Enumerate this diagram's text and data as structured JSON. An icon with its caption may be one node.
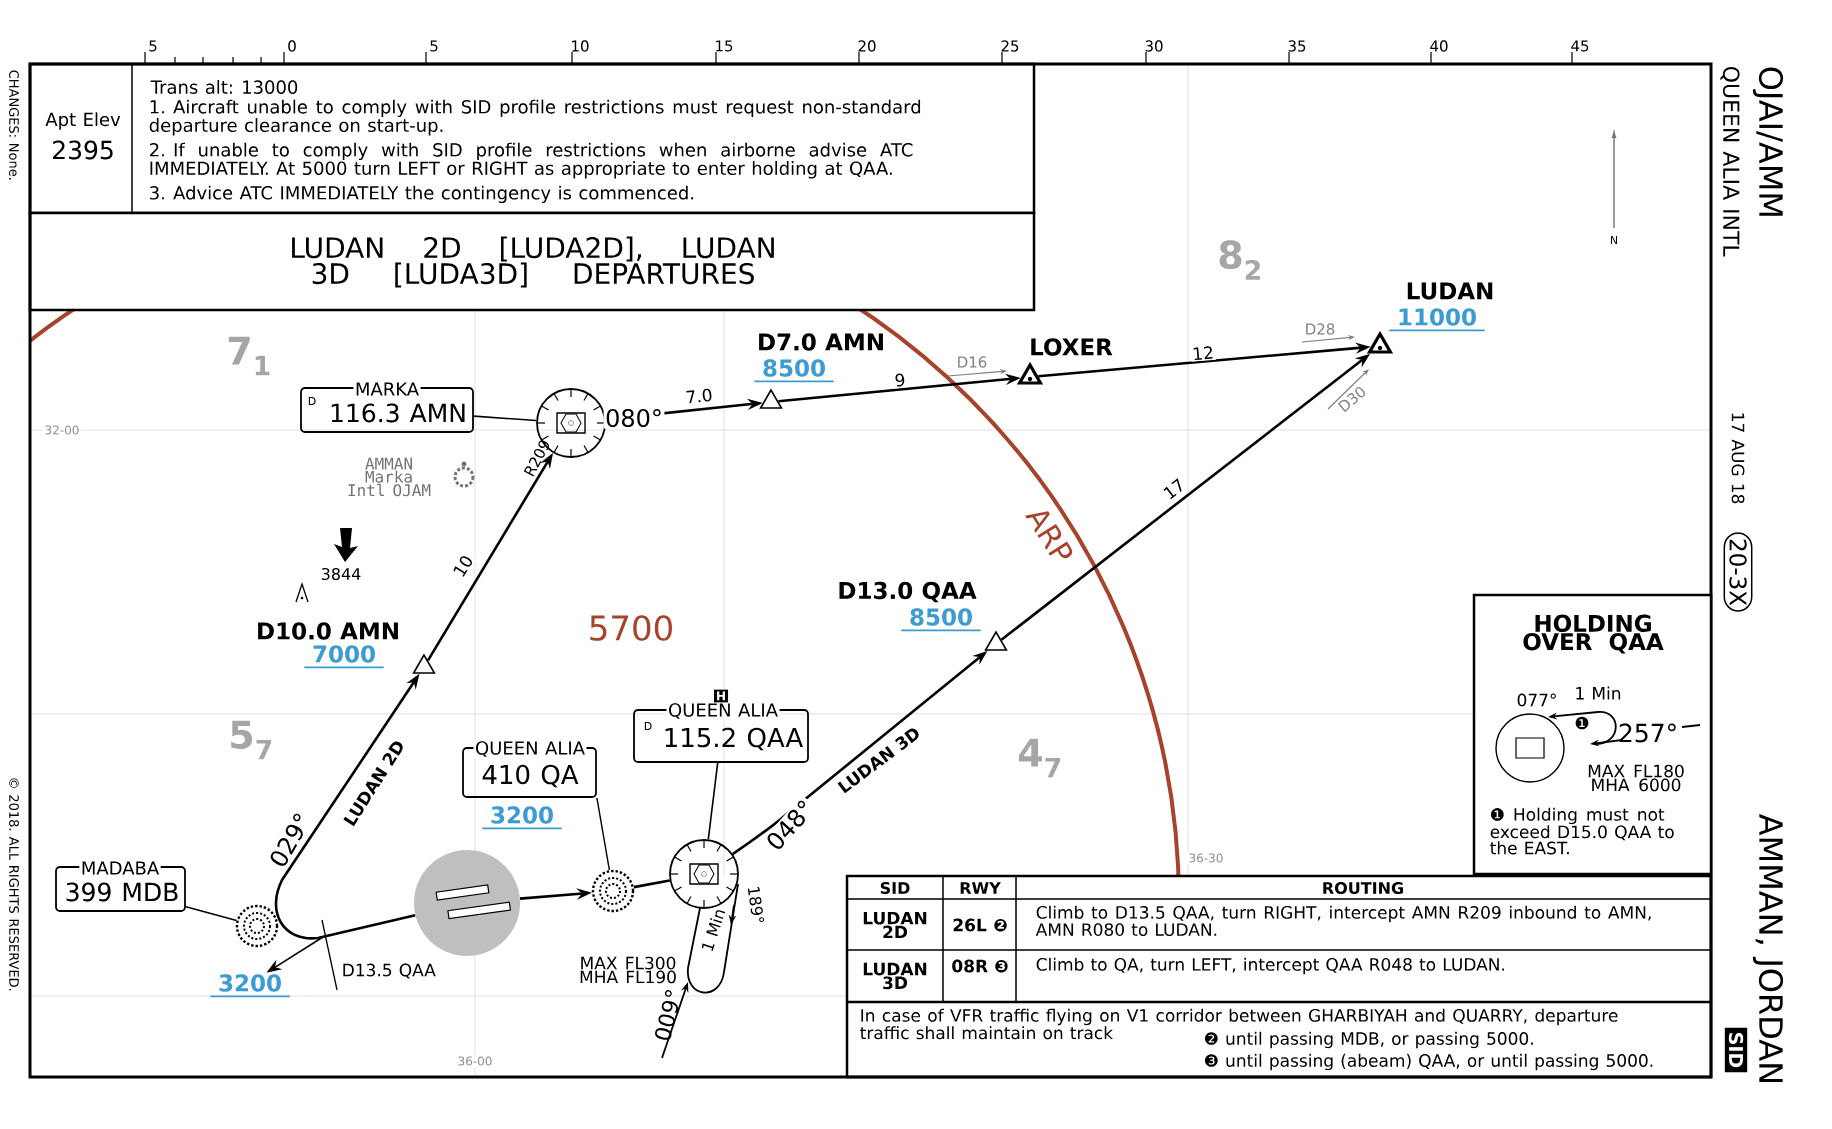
{
  "diagram": {
    "title": "LUDAN 2D [LUDA2D], LUDAN 3D [LUDA3D] DEPARTURES",
    "nodes": [
      {
        "text": [
          "MARKA",
          "D",
          "116.3 AMN"
        ]
      },
      {
        "text": [],
        "shape": "circle"
      },
      {
        "text": [],
        "shape": "triangle",
        "beside": [
          "D7.0 AMN",
          "8500"
        ]
      },
      {
        "text": [],
        "shape": "triangle",
        "beside": [
          "LOXER"
        ]
      },
      {
        "text": [],
        "shape": "triangle",
        "beside": [
          "LUDAN",
          "11000"
        ]
      },
      {
        "text": [],
        "shape": "triangle",
        "beside": [
          "D10.0 AMN",
          "7000"
        ]
      },
      {
        "text": [],
        "shape": "triangle",
        "beside": [
          "D13.0 QAA",
          "8500"
        ]
      },
      {
        "text": [
          "MADABA",
          "399 MDB"
        ]
      },
      {
        "text": [],
        "shape": "circle"
      },
      {
        "text": [
          "QUEEN ALIA",
          "410 QA"
        ],
        "beside": [
          "3200"
        ]
      },
      {
        "text": [],
        "shape": "circle"
      },
      {
        "text": [
          "QUEEN ALIA",
          "D",
          "115.2 QAA"
        ]
      },
      {
        "text": [],
        "shape": "circle"
      },
      {
        "text": [],
        "shape": "circle"
      },
      {
        "text": [
          "HOLDING OVER QAA"
        ]
      },
      {
        "text": [
          "3200"
        ]
      }
    ],
    "edges": [
      {
        "from": 13,
        "to": 5,
        "arrow": "to",
        "label": "LUDAN 2D"
      },
      {
        "from": 5,
        "to": 1,
        "arrow": "to",
        "label": "10"
      },
      {
        "from": 1,
        "to": 2,
        "arrow": "to",
        "label": "7.0"
      },
      {
        "from": 2,
        "to": 3,
        "arrow": "to",
        "label": "9"
      },
      {
        "from": 3,
        "to": 4,
        "arrow": "to",
        "label": "12"
      },
      {
        "from": 13,
        "to": 10,
        "arrow": "to"
      },
      {
        "from": 10,
        "to": 12,
        "arrow": "none"
      },
      {
        "from": 12,
        "to": 6,
        "arrow": "to",
        "label": "LUDAN 3D"
      },
      {
        "from": 6,
        "to": 4,
        "arrow": "to",
        "label": "17"
      },
      {
        "from": 0,
        "to": 1,
        "arrow": "none"
      },
      {
        "from": 7,
        "to": 8,
        "arrow": "none"
      },
      {
        "from": 9,
        "to": 10,
        "arrow": "none"
      },
      {
        "from": 11,
        "to": 12,
        "arrow": "none"
      },
      {
        "from": null,
        "to": 15,
        "arrow": "to"
      }
    ],
    "labels": [
      "CHANGES: None.",
      "5",
      "0",
      "5",
      "10",
      "15",
      "20",
      "25",
      "30",
      "35",
      "40",
      "45",
      "Apt Elev",
      "2395",
      "Trans alt: 13000",
      "1. Aircraft unable to comply with SID profile restrictions must request non-standard departure clearance on start-up.",
      "2. If unable to comply with SID profile restrictions when airborne advise ATC IMMEDIATELY. At 5000 turn LEFT or RIGHT as appropriate to enter holding at QAA.",
      "3. Advice ATC IMMEDIATELY the contingency is commenced.",
      "QUEEN ALIA INTL",
      "OJAI/AMM",
      "17 AUG 18",
      "20-3X",
      "AMMAN, JORDAN",
      "SID",
      "© 2018. ALL RIGHTS RESERVED.",
      "N",
      "AMMAN Marka Intl OJAM",
      "3844",
      "5700",
      "ARP",
      "7$_{1}$",
      "8$_{2}$",
      "5$_{7}$",
      "4$_{7}$",
      "32-00",
      "36-00",
      "36-30",
      "R209",
      "080°",
      "029°",
      "048°",
      "D16",
      "D28",
      "D30",
      "H",
      "D13.5 QAA",
      "MAX FL300 MHA FL190",
      "1 Min",
      "189°",
      "009°",
      "077°",
      "1 Min",
      "❶",
      "257°",
      "MAX FL180 MHA 6000",
      "❶ Holding must not exceed D15.0 QAA to the EAST.",
      "SID",
      "RWY",
      "ROUTING",
      "LUDAN 2D",
      "26L ❷",
      "Climb to D13.5 QAA, turn RIGHT, intercept AMN R209 inbound to AMN, AMN R080 to LUDAN.",
      "LUDAN 3D",
      "08R ❸",
      "Climb to QA, turn LEFT, intercept QAA R048 to LUDAN.",
      "In case of VFR traffic flying on V1 corridor between GHARBIYAH and QUARRY, departure traffic shall maintain on track",
      "❷ until passing MDB, or passing 5000.",
      "❸ until passing (abeam) QAA, or until passing 5000."
    ]
  }
}
